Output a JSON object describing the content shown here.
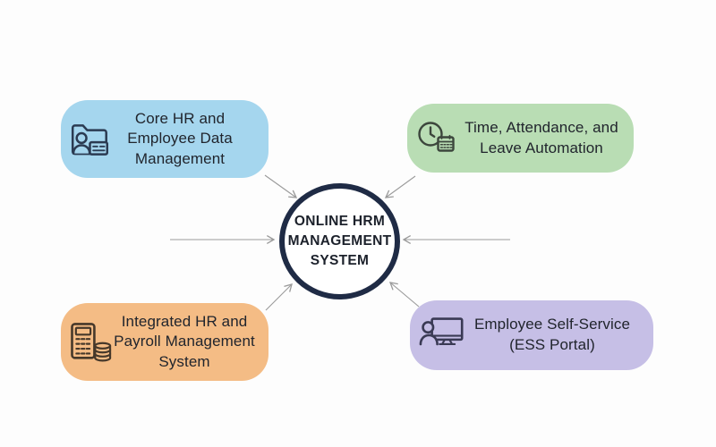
{
  "colors": {
    "background": "#fdfdfd",
    "arrow": "#9a9a9a",
    "node_text": "#21252d"
  },
  "center": {
    "lines": [
      "ONLINE HRM",
      "MANAGEMENT",
      "SYSTEM"
    ],
    "border_color": "#1f2b45",
    "fill": "#ffffff",
    "text_color": "#1c212b"
  },
  "nodes": [
    {
      "id": "core-hr-employee-data",
      "label": "Core HR and Employee Data Management",
      "color": "#a5d6ee",
      "icon": "folder-user-icon",
      "icon_color": "#2b3b52"
    },
    {
      "id": "time-attendance-leave",
      "label": "Time, Attendance, and Leave Automation",
      "color": "#b9ddb4",
      "icon": "clock-calendar-icon",
      "icon_color": "#3c463c"
    },
    {
      "id": "integrated-hr-payroll",
      "label": "Integrated HR and Payroll Management System",
      "color": "#f4bc85",
      "icon": "calculator-coins-icon",
      "icon_color": "#46382a"
    },
    {
      "id": "employee-self-service",
      "label": "Employee Self-Service (ESS Portal)",
      "color": "#c6bfe6",
      "icon": "person-monitor-icon",
      "icon_color": "#3a3a54"
    }
  ]
}
